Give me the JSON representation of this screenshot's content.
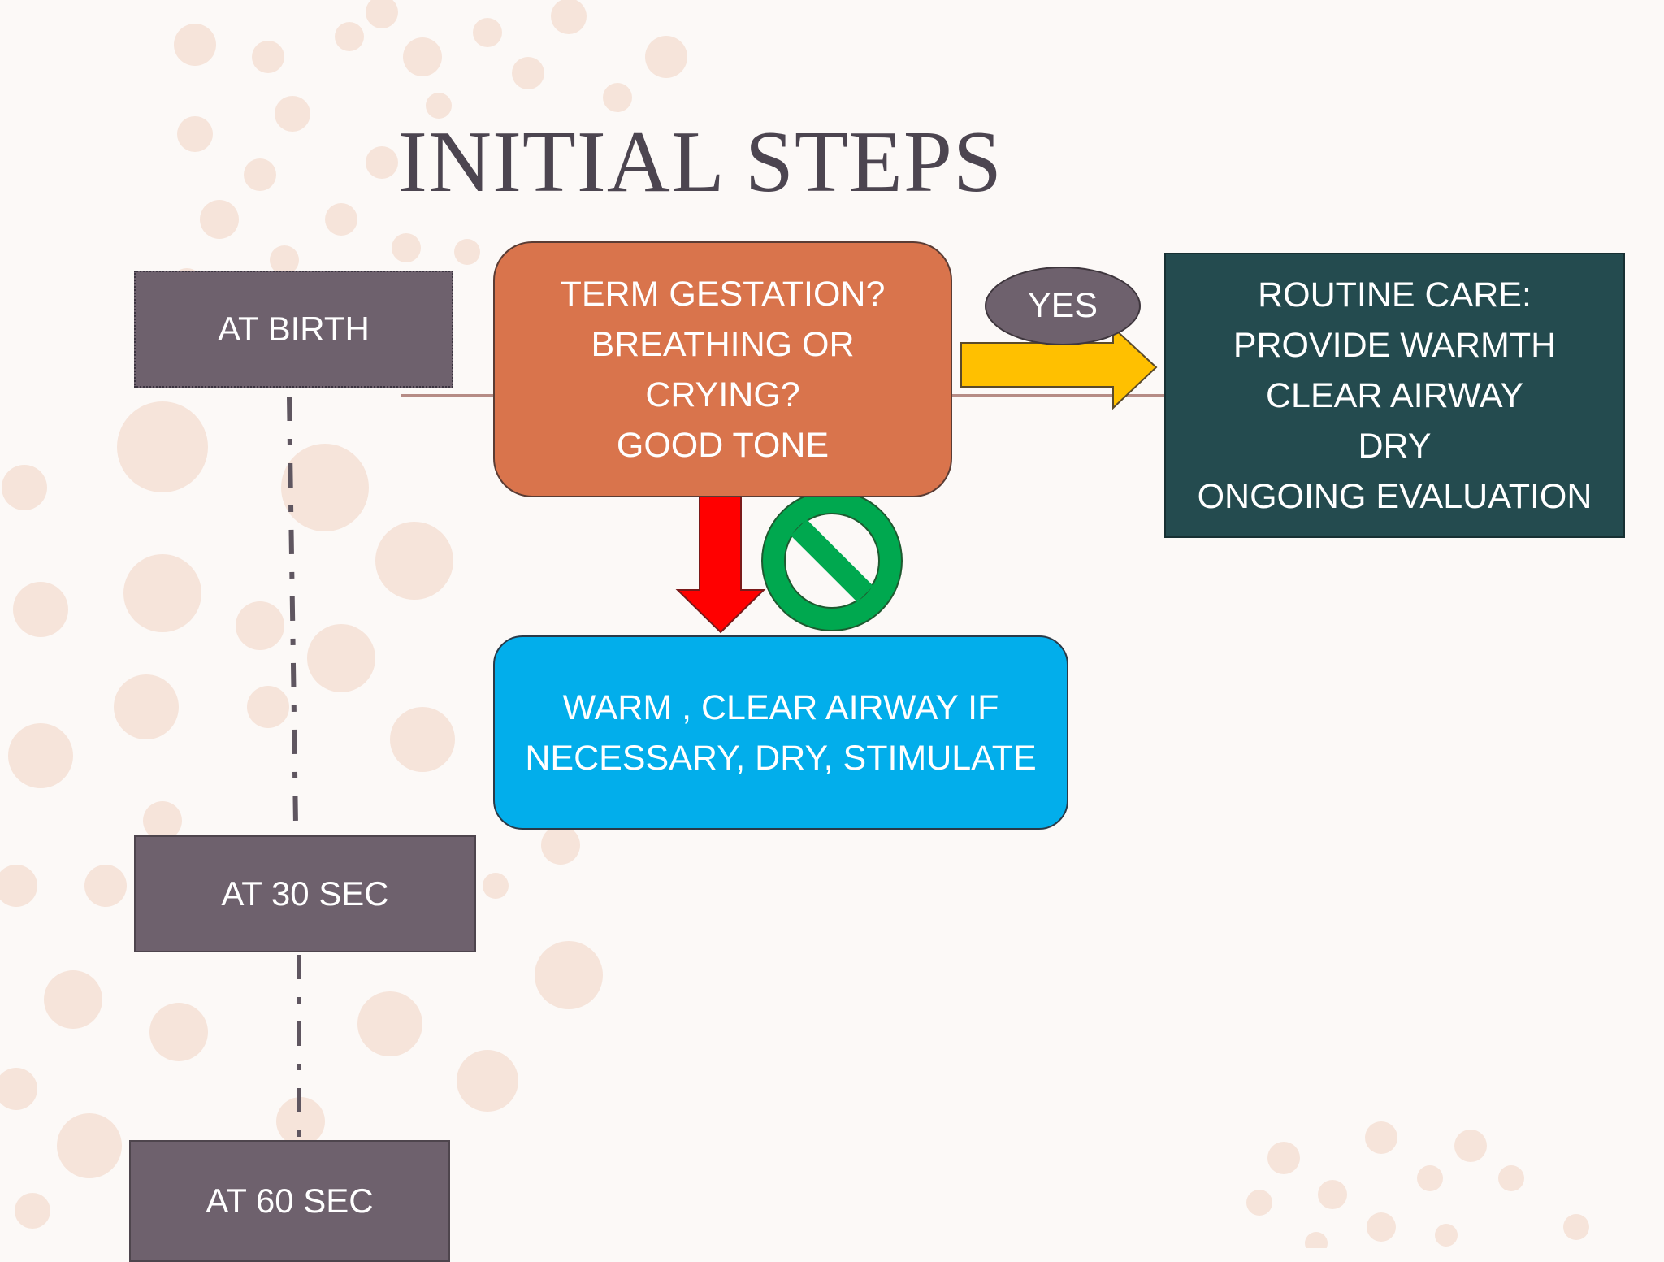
{
  "title": "INITIAL STEPS",
  "timeline": {
    "at_birth": "AT BIRTH",
    "at_30_sec": "AT 30 SEC",
    "at_60_sec": "AT 60 SEC"
  },
  "decision": {
    "lines": [
      "TERM GESTATION?",
      "BREATHING OR",
      "CRYING?",
      "GOOD TONE"
    ]
  },
  "yes_label": "YES",
  "routine_care": {
    "lines": [
      "ROUTINE CARE:",
      "PROVIDE WARMTH",
      "CLEAR AIRWAY",
      "DRY",
      "ONGOING EVALUATION"
    ]
  },
  "warm_box": {
    "lines": [
      "WARM , CLEAR AIRWAY IF",
      "NECESSARY, DRY, STIMULATE"
    ]
  },
  "icons": {
    "no_symbol": "prohibited-icon",
    "down_arrow": "down-arrow-icon",
    "right_arrow": "right-arrow-icon"
  },
  "colors": {
    "decision": "#d9744c",
    "routine": "#244b4f",
    "warm": "#02aeeb",
    "time_box": "#6e616d",
    "arrow_yes": "#ffc000",
    "arrow_no": "#ff0000",
    "no_symbol": "#00a84f"
  }
}
